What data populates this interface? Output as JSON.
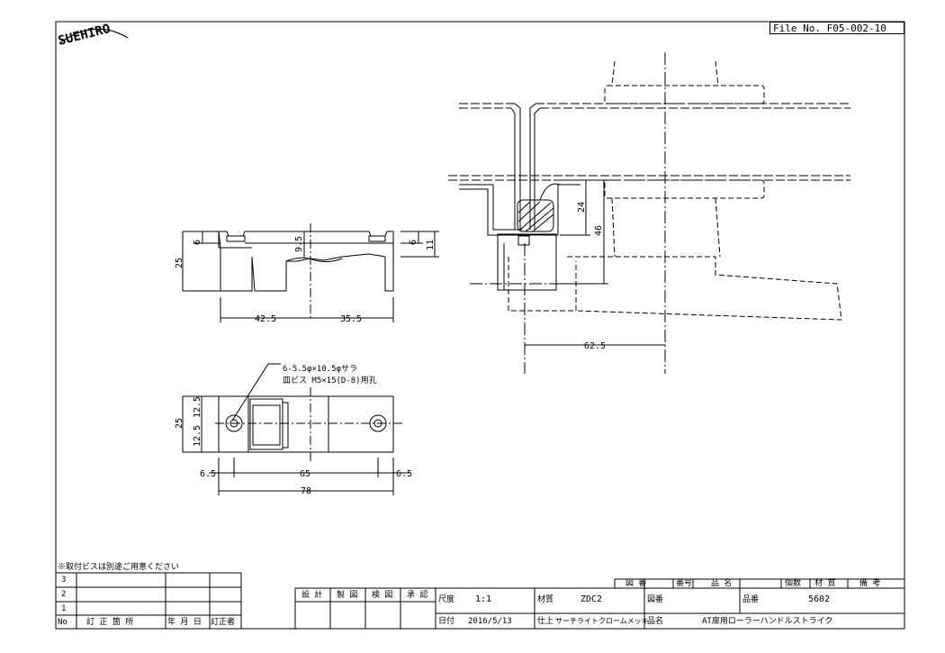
{
  "file_no": "File_No. F05-002-10",
  "logo_text": "SUEHIRO",
  "dimensions": {
    "side_view": [
      "6",
      "9.5",
      "6",
      "11",
      "25",
      "42.5",
      "35.5"
    ],
    "section_view": [
      "24",
      "46",
      "62.5"
    ],
    "plan_view": [
      "12.5",
      "12.5",
      "25",
      "6.5",
      "65",
      "6.5",
      "78"
    ]
  },
  "hole_note": {
    "line1": "6-5.5φ×10.5φサラ",
    "line2": "皿ビス M5×15(D-8)用孔"
  },
  "screw_note": "※取付ビスは別途ご用意ください",
  "revision_block": {
    "rows": [
      "3",
      "2",
      "1"
    ],
    "headers": [
      "No",
      "訂 正 箇 所",
      "年 月 日",
      "訂正者"
    ]
  },
  "title_block": {
    "approvals": [
      "設 計",
      "製 図",
      "検 図",
      "承 認"
    ],
    "scale_label": "尺度",
    "scale": "1:1",
    "material_label": "材質",
    "material": "ZDC2",
    "drawing_no_label": "図番",
    "drawing_no": "",
    "part_no_label": "品番",
    "part_no": "5602",
    "date_label": "日付",
    "date": "2016/5/13",
    "finish_label": "仕上",
    "finish": "サーチライトクロームメッキ",
    "name_label": "品名",
    "name": "AT扉用ローラーハンドルストライク",
    "parts_headers": [
      "図 番",
      "番号",
      "品 名",
      "個数",
      "材 質",
      "備 考"
    ]
  }
}
